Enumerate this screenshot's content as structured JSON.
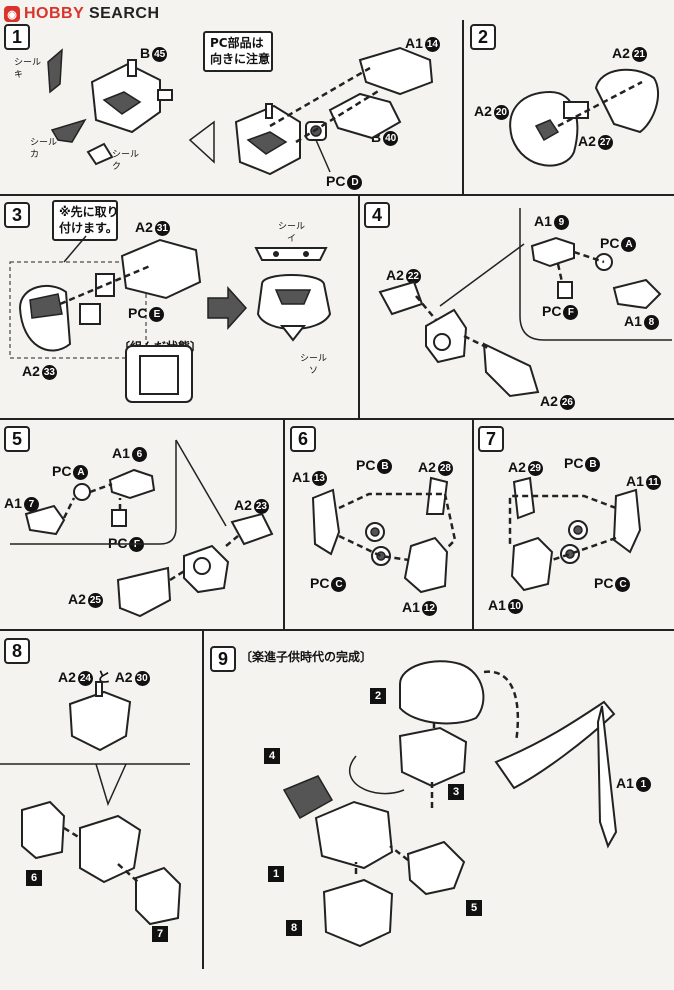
{
  "header": {
    "logo_prefix": "HOBBY",
    "logo_suffix": " SEARCH"
  },
  "steps": [
    {
      "number": "1",
      "sticker_ki": "シール\nキ",
      "sticker_ka": "シール\nカ",
      "sticker_ku": "シール\nク",
      "part_b45": "B",
      "b45": "45",
      "note": "PC部品は\n向きに注意",
      "part_a1_14": "A1",
      "a1_14": "14",
      "part_b40": "B",
      "b40": "40",
      "part_pcd": "PC",
      "pcd": "D"
    },
    {
      "number": "2",
      "part_a2_21": "A2",
      "a2_21": "21",
      "part_a2_20": "A2",
      "a2_20": "20",
      "part_a2_27": "A2",
      "a2_27": "27"
    },
    {
      "number": "3",
      "note": "※先に取り\n付けます。",
      "part_a2_31": "A2",
      "a2_31": "31",
      "part_pce": "PC",
      "pce": "E",
      "part_a2_33": "A2",
      "a2_33": "33",
      "assembled": "〔組んだ状態〕",
      "sticker_i": "シール\nイ",
      "sticker_so": "シール\nソ"
    },
    {
      "number": "4",
      "part_a1_9": "A1",
      "a1_9": "9",
      "part_pca": "PC",
      "pca": "A",
      "part_a2_22": "A2",
      "a2_22": "22",
      "part_pcf": "PC",
      "pcf": "F",
      "part_a1_8": "A1",
      "a1_8": "8",
      "part_a2_26": "A2",
      "a2_26": "26"
    },
    {
      "number": "5",
      "part_a1_6": "A1",
      "a1_6": "6",
      "part_pca": "PC",
      "pca": "A",
      "part_a1_7": "A1",
      "a1_7": "7",
      "part_pcf": "PC",
      "pcf": "F",
      "part_a2_23": "A2",
      "a2_23": "23",
      "part_a2_25": "A2",
      "a2_25": "25"
    },
    {
      "number": "6",
      "part_pcb": "PC",
      "pcb": "B",
      "part_a1_13": "A1",
      "a1_13": "13",
      "part_a2_28": "A2",
      "a2_28": "28",
      "part_pcc": "PC",
      "pcc": "C",
      "part_a1_12": "A1",
      "a1_12": "12"
    },
    {
      "number": "7",
      "part_a2_29": "A2",
      "a2_29": "29",
      "part_pcb": "PC",
      "pcb": "B",
      "part_a1_11": "A1",
      "a1_11": "11",
      "part_pcc": "PC",
      "pcc": "C",
      "part_a1_10": "A1",
      "a1_10": "10"
    },
    {
      "number": "8",
      "part_a2_24": "A2",
      "a2_24": "24",
      "conj": "と",
      "part_a2_30": "A2",
      "a2_30": "30",
      "ref_6": "6",
      "ref_7": "7"
    },
    {
      "number": "9",
      "title": "〔楽進子供時代の完成〕",
      "ref_1": "1",
      "ref_2": "2",
      "ref_3": "3",
      "ref_4": "4",
      "ref_5": "5",
      "ref_8": "8",
      "part_a1_1": "A1",
      "a1_1": "1"
    }
  ]
}
